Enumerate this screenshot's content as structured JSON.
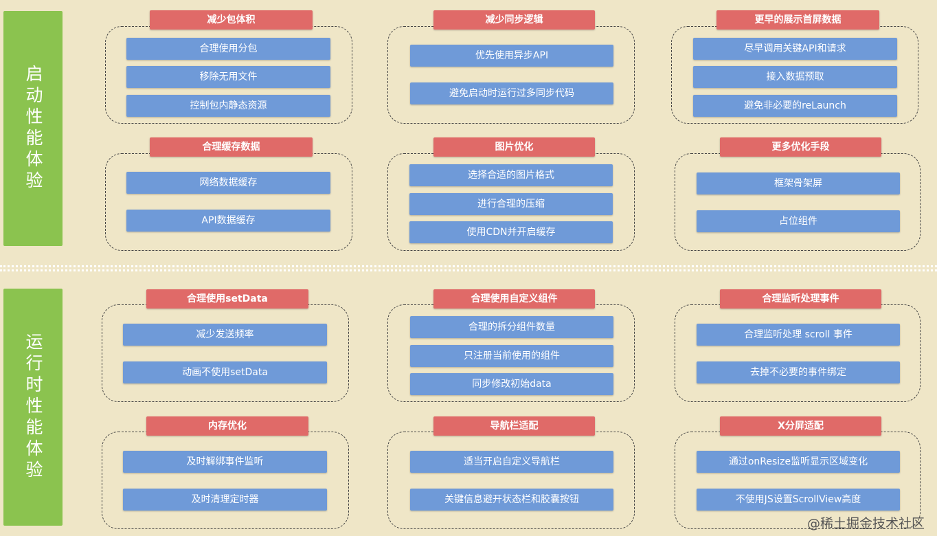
{
  "sections": [
    {
      "label": "启动性能体验",
      "groups": [
        {
          "title": "减少包体积",
          "items": [
            "合理使用分包",
            "移除无用文件",
            "控制包内静态资源"
          ]
        },
        {
          "title": "减少同步逻辑",
          "items": [
            "优先使用异步API",
            "避免启动时运行过多同步代码"
          ]
        },
        {
          "title": "更早的展示首屏数据",
          "items": [
            "尽早调用关键API和请求",
            "接入数据预取",
            "避免非必要的reLaunch"
          ]
        },
        {
          "title": "合理缓存数据",
          "items": [
            "网络数据缓存",
            "API数据缓存"
          ]
        },
        {
          "title": "图片优化",
          "items": [
            "选择合适的图片格式",
            "进行合理的压缩",
            "使用CDN并开启缓存"
          ]
        },
        {
          "title": "更多优化手段",
          "items": [
            "框架骨架屏",
            "占位组件"
          ]
        }
      ]
    },
    {
      "label": "运行时性能体验",
      "groups": [
        {
          "title": "合理使用setData",
          "items": [
            "减少发送频率",
            "动画不使用setData"
          ]
        },
        {
          "title": "合理使用自定义组件",
          "items": [
            "合理的拆分组件数量",
            "只注册当前使用的组件",
            "同步修改初始data"
          ]
        },
        {
          "title": "合理监听处理事件",
          "items": [
            "合理监听处理 scroll 事件",
            "去掉不必要的事件绑定"
          ]
        },
        {
          "title": "内存优化",
          "items": [
            "及时解绑事件监听",
            "及时清理定时器"
          ]
        },
        {
          "title": "导航栏适配",
          "items": [
            "适当开启自定义导航栏",
            "关键信息避开状态栏和胶囊按钮"
          ]
        },
        {
          "title": "X分屏适配",
          "items": [
            "通过onResize监听显示区域变化",
            "不使用JS设置ScrollView高度"
          ]
        }
      ]
    }
  ],
  "watermark": "@稀土掘金技术社区"
}
